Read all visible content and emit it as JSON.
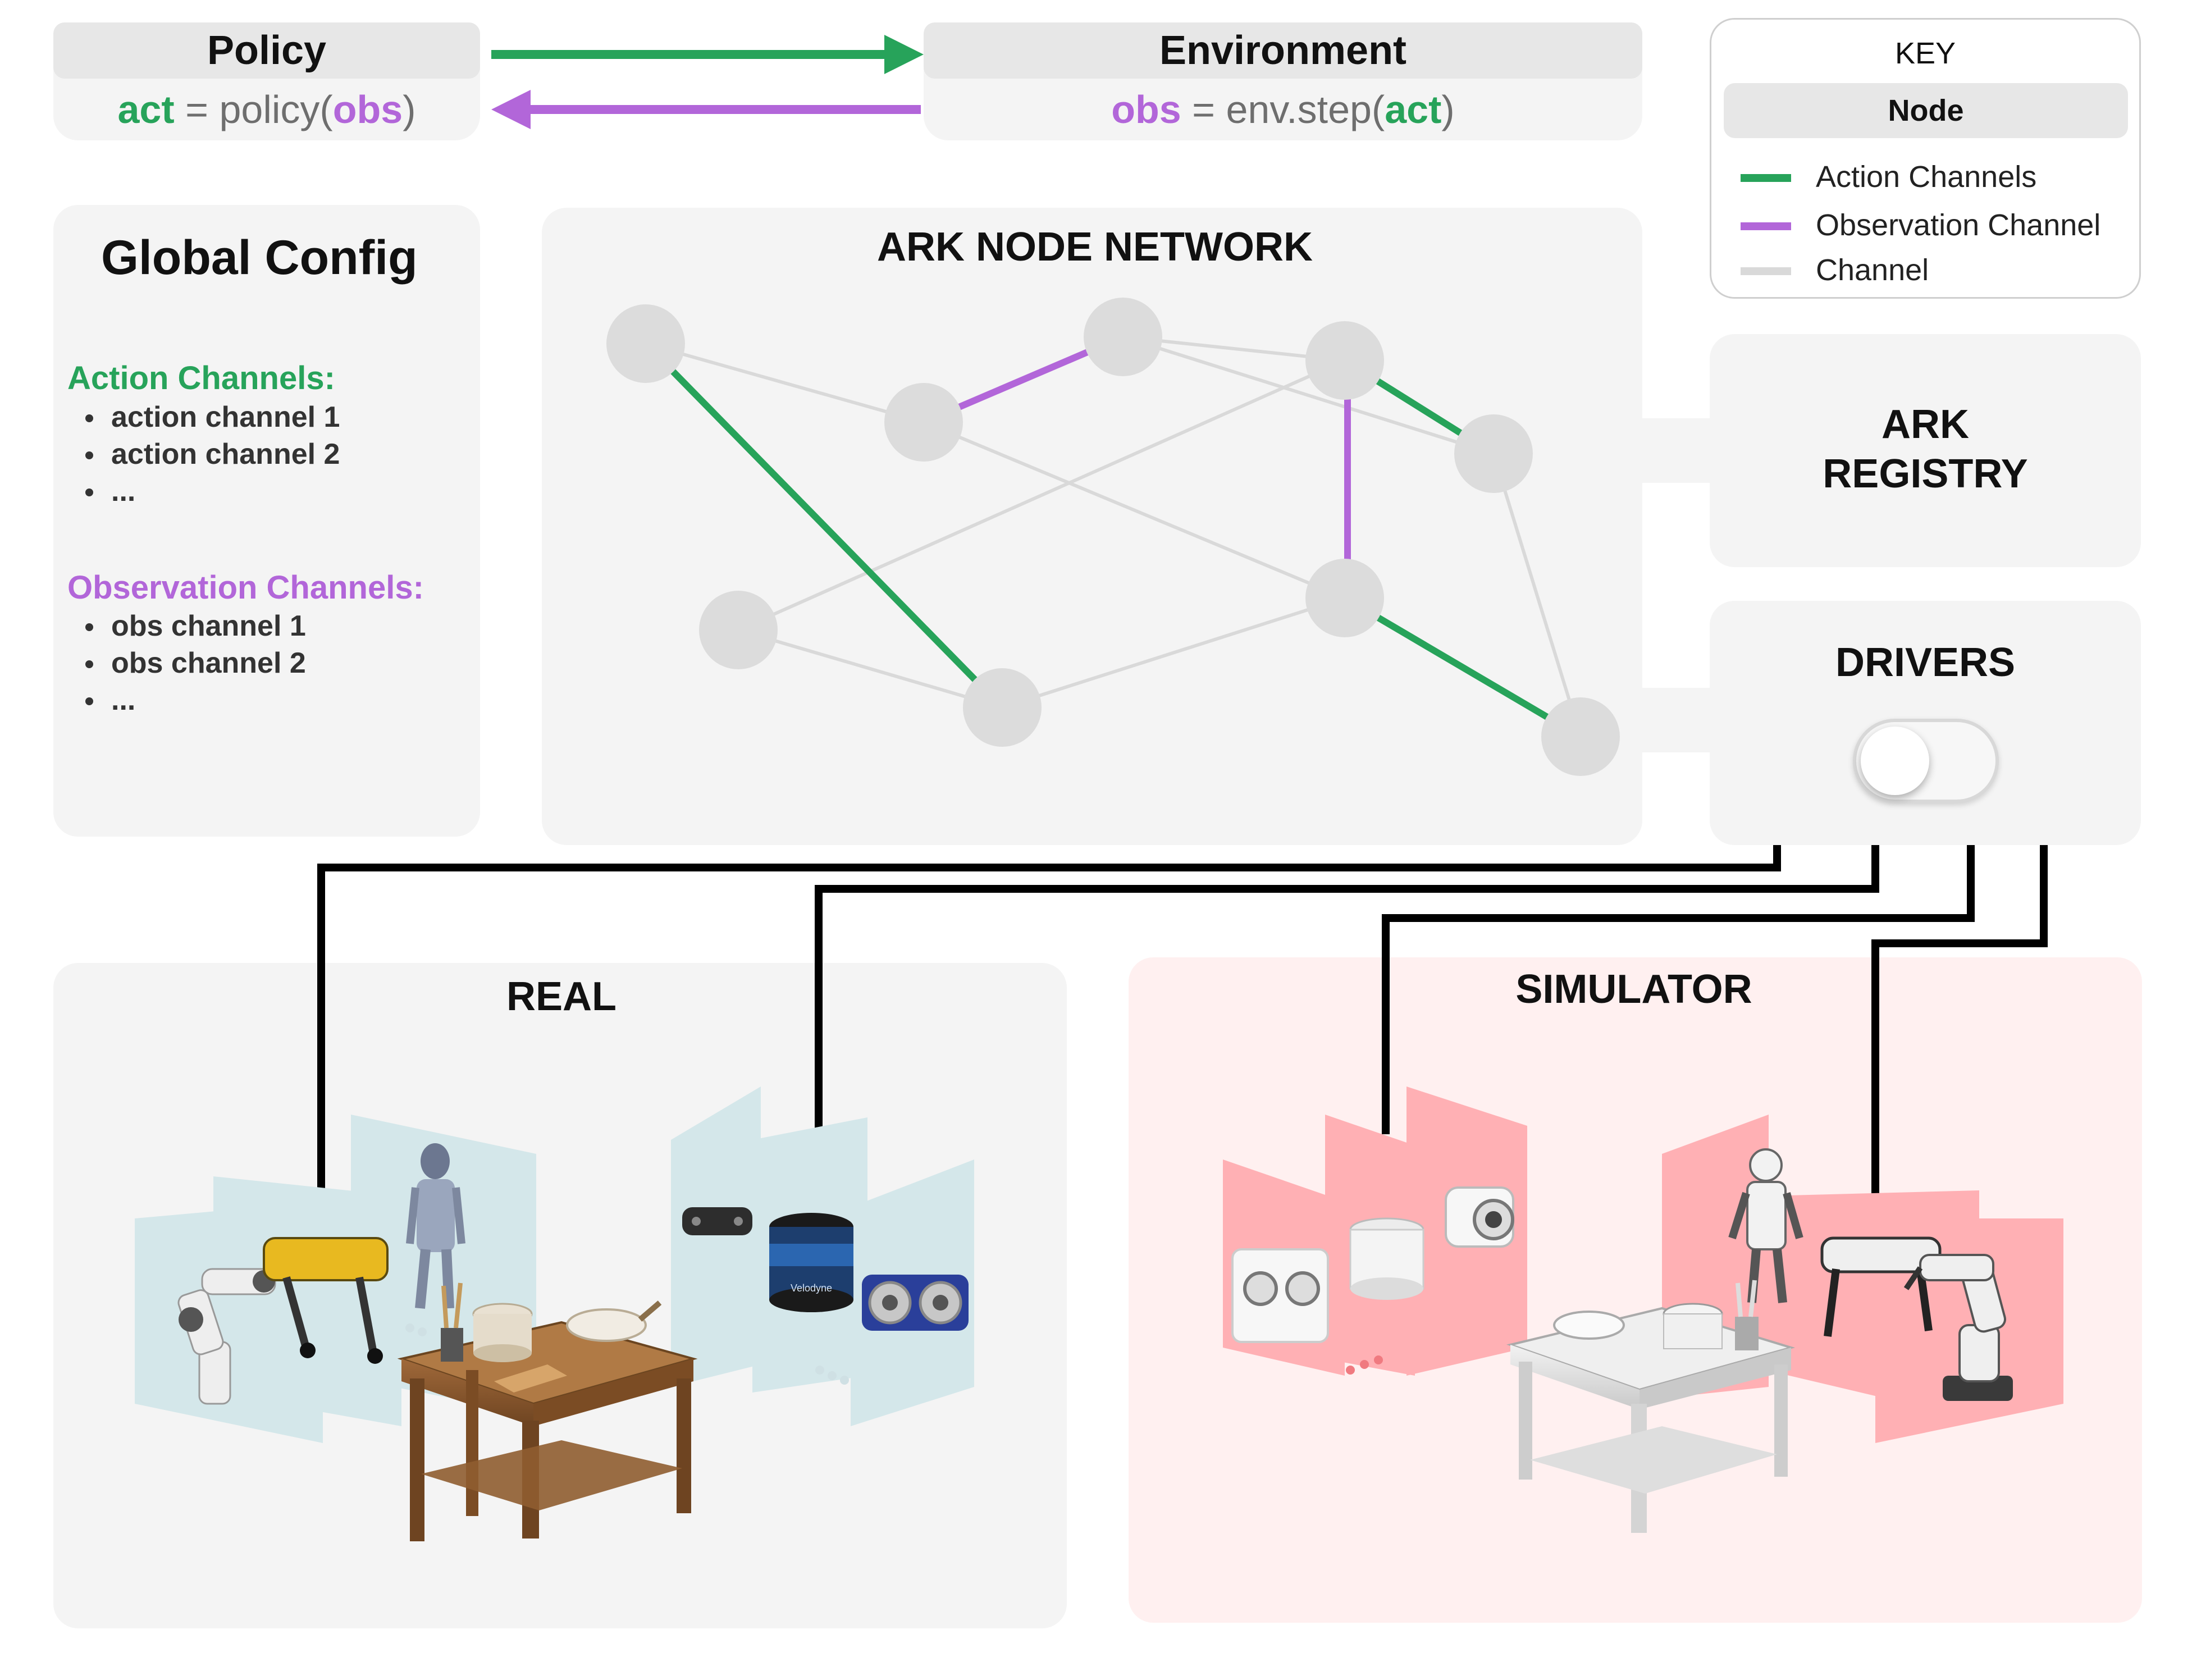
{
  "policy": {
    "title": "Policy",
    "code": {
      "lhs": "act",
      "eq": " = ",
      "func": "policy(",
      "arg": "obs",
      "close": ")"
    }
  },
  "environment": {
    "title": "Environment",
    "code": {
      "lhs": "obs",
      "eq": " = ",
      "func": "env.step(",
      "arg": "act",
      "close": ")"
    }
  },
  "key": {
    "title": "KEY",
    "node_label": "Node",
    "items": [
      {
        "label": "Action Channels",
        "color": "#27a35a"
      },
      {
        "label": "Observation Channel",
        "color": "#b266d9"
      },
      {
        "label": "Channel",
        "color": "#d9d9d9"
      }
    ]
  },
  "global_config": {
    "title": "Global Config",
    "action_heading": "Action Channels:",
    "action_items": [
      "action channel 1",
      "action channel 2",
      "..."
    ],
    "obs_heading": "Observation Channels:",
    "obs_items": [
      "obs channel 1",
      "obs channel 2",
      "..."
    ]
  },
  "network": {
    "title": "ARK NODE NETWORK"
  },
  "registry": {
    "title_line1": "ARK",
    "title_line2": "REGISTRY"
  },
  "drivers": {
    "title": "DRIVERS"
  },
  "real": {
    "title": "REAL"
  },
  "simulator": {
    "title": "SIMULATOR"
  },
  "device_labels": {
    "lidar_brand": "Velodyne"
  },
  "colors": {
    "action": "#27a35a",
    "observation": "#b266d9",
    "channel": "#d9d9d9",
    "node": "#dcdcdc",
    "real_card": "#d4e7ea",
    "sim_card": "#ffb0b4",
    "sim_bg": "#fff0f0",
    "wire": "#000000"
  }
}
